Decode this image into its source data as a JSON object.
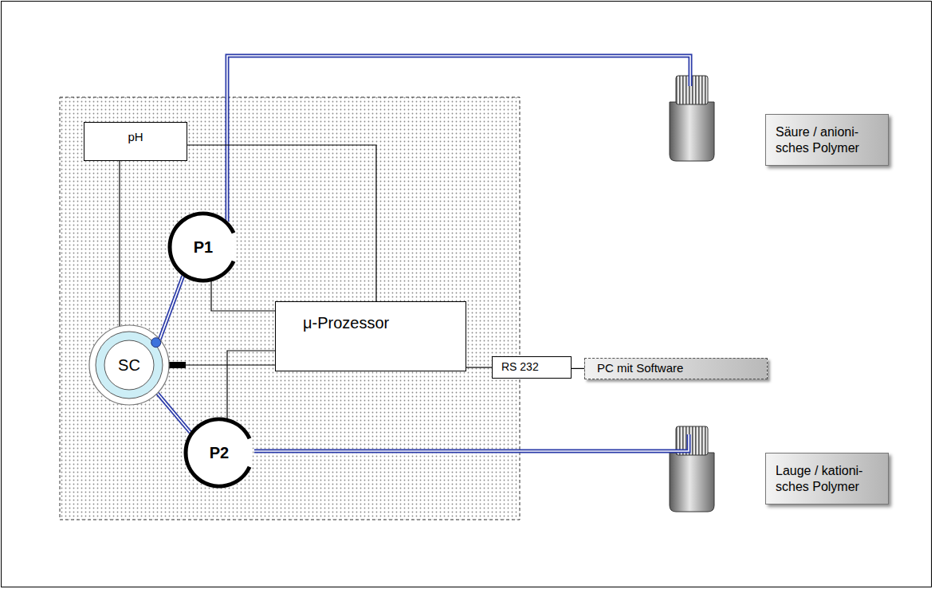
{
  "diagram": {
    "nodes": [
      {
        "text": [
          "pH"
        ]
      },
      {
        "text": [
          "Säure / anioni- sches Polymer"
        ]
      },
      {
        "text": [
          "P1"
        ]
      },
      {
        "text": [
          "SC"
        ]
      },
      {
        "text": [
          "μ-Prozessor"
        ]
      },
      {
        "text": [
          "RS 232"
        ]
      },
      {
        "text": [
          "PC mit Software"
        ]
      },
      {
        "text": [
          "P2"
        ]
      },
      {
        "text": [
          "Lauge / kationi- sches Polymer"
        ]
      }
    ],
    "edges": [
      {
        "from": 0,
        "to": 3,
        "arrow": "none"
      },
      {
        "from": 0,
        "to": 4,
        "arrow": "none"
      },
      {
        "from": 2,
        "to": 4,
        "arrow": "none"
      },
      {
        "from": 2,
        "to": 3,
        "arrow": "none"
      },
      {
        "from": 3,
        "to": 4,
        "arrow": "none"
      },
      {
        "from": 7,
        "to": 4,
        "arrow": "none"
      },
      {
        "from": 3,
        "to": 7,
        "arrow": "none"
      },
      {
        "from": 4,
        "to": 5,
        "arrow": "none"
      },
      {
        "from": 5,
        "to": 6,
        "arrow": "none"
      }
    ]
  }
}
